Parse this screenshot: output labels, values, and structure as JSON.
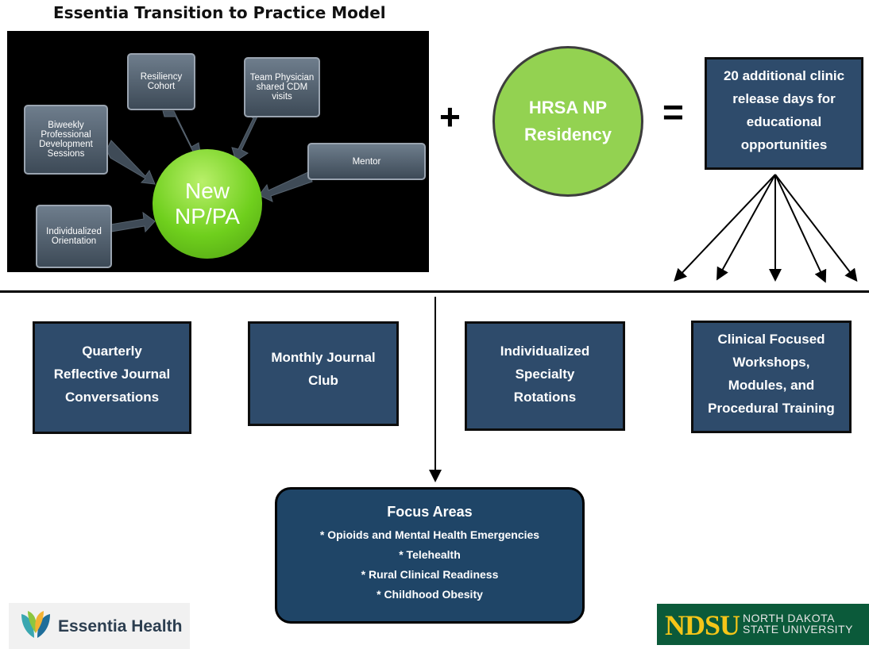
{
  "title": "Essentia Transition to Practice Model",
  "model": {
    "center": "New NP/PA",
    "inputs": {
      "resiliency": "Resiliency Cohort",
      "team": "Team Physician shared CDM visits",
      "biweekly": "Biweekly Professional Development Sessions",
      "mentor": "Mentor",
      "orientation": "Individualized Orientation"
    }
  },
  "plus": "+",
  "hrsa": "HRSA NP Residency",
  "equals": "=",
  "result": "20 additional clinic release days for educational opportunities",
  "opportunities": {
    "journal": "Quarterly Reflective Journal Conversations",
    "club": "Monthly Journal Club",
    "rotations": "Individualized Specialty Rotations",
    "workshops": "Clinical Focused Workshops, Modules, and Procedural Training"
  },
  "focus": {
    "title": "Focus Areas",
    "items": [
      "* Opioids and Mental Health Emergencies",
      "* Telehealth",
      "* Rural Clinical Readiness",
      "* Childhood Obesity"
    ]
  },
  "logos": {
    "essentia": "Essentia Health",
    "ndsu_short": "NDSU",
    "ndsu_line1": "NORTH DAKOTA",
    "ndsu_line2": "STATE UNIVERSITY"
  }
}
